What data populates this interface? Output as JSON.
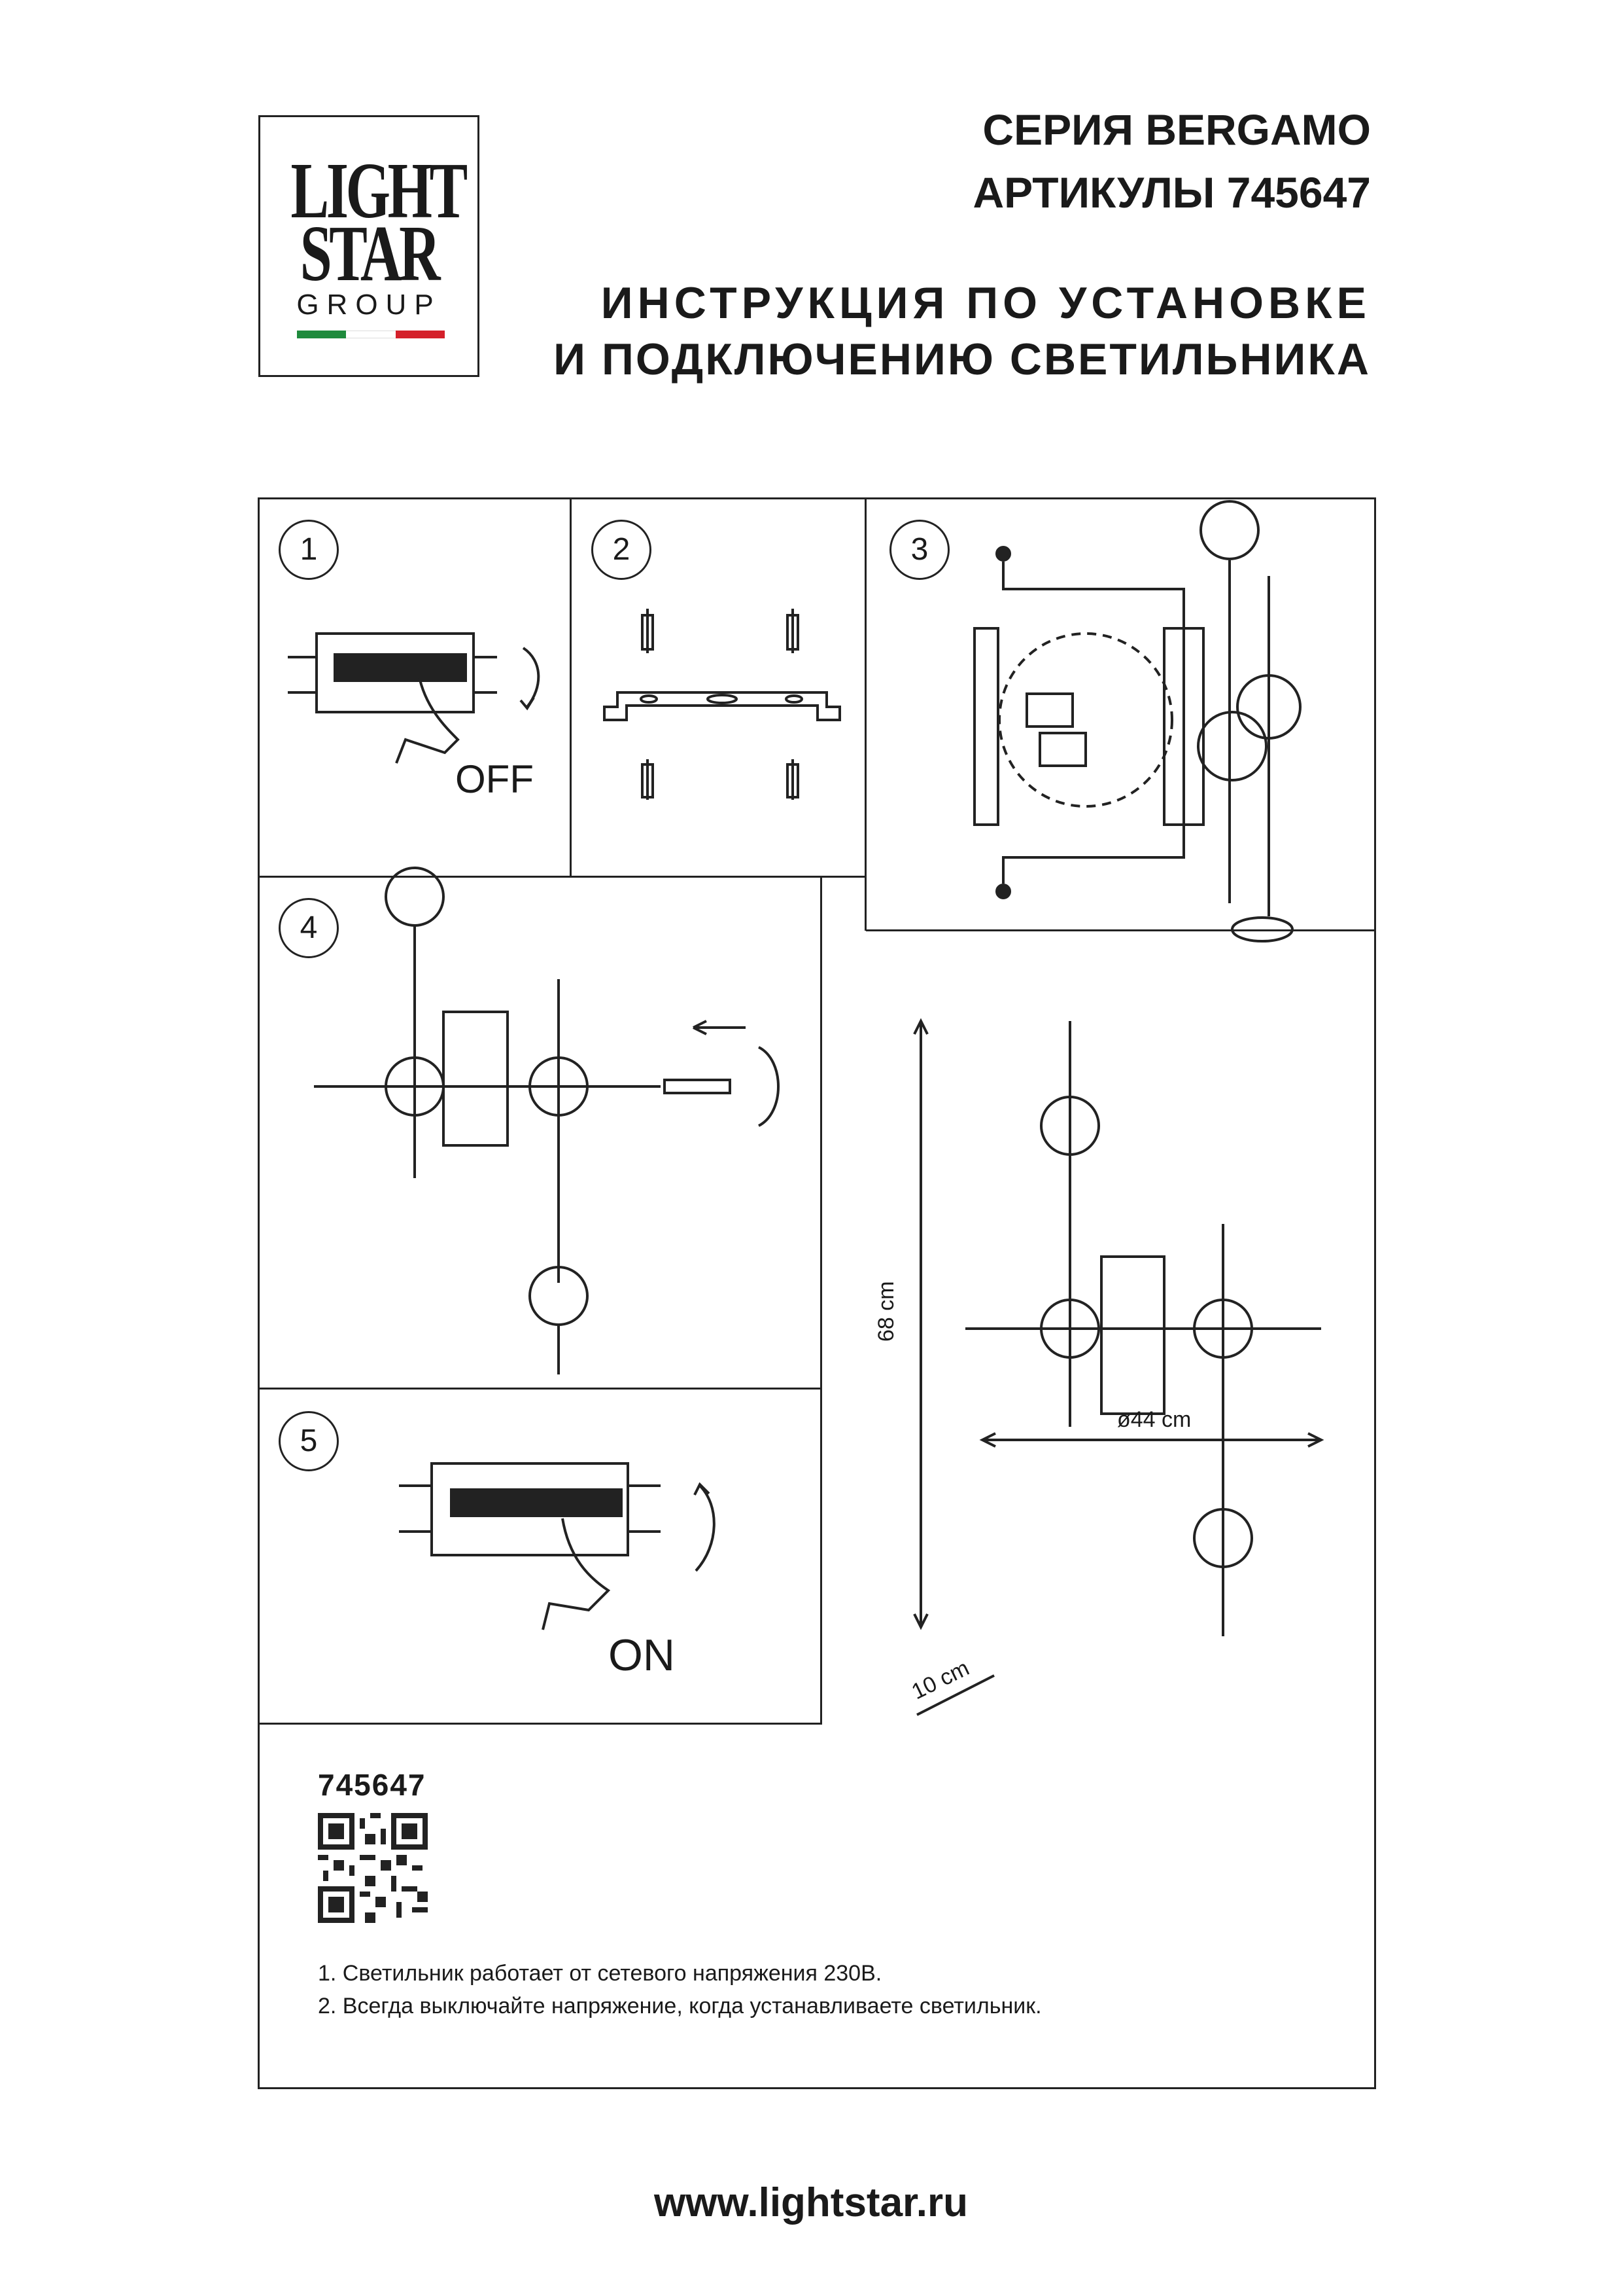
{
  "logo": {
    "line1": "LIGHT",
    "line2": "STAR",
    "line3": "GROUP",
    "flag_colors": [
      "#1e8a3c",
      "#ffffff",
      "#d4202a"
    ]
  },
  "header": {
    "series": "СЕРИЯ BERGAMO",
    "article": "АРТИКУЛЫ 745647",
    "instruction_line1": "ИНСТРУКЦИЯ ПО УСТАНОВКЕ",
    "instruction_line2": "И ПОДКЛЮЧЕНИЮ СВЕТИЛЬНИКА"
  },
  "steps": [
    {
      "number": "1",
      "label": "OFF"
    },
    {
      "number": "2"
    },
    {
      "number": "3"
    },
    {
      "number": "4"
    },
    {
      "number": "5",
      "label": "ON"
    }
  ],
  "dimensions": {
    "height": "68 cm",
    "depth": "10 cm",
    "diameter": "ø44 cm"
  },
  "article_number": "745647",
  "notes": [
    "1. Светильник работает от сетевого напряжения 230В.",
    "2. Всегда выключайте напряжение, когда устанавливаете светильник."
  ],
  "website": "www.lightstar.ru"
}
